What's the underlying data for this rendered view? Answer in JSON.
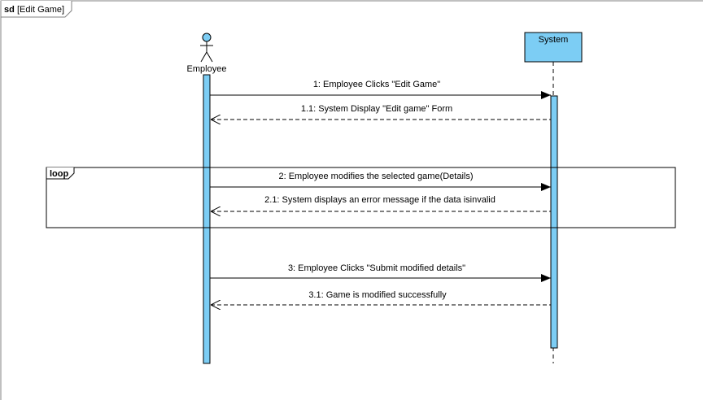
{
  "frame": {
    "keyword": "sd",
    "title": "[Edit Game]"
  },
  "lifelines": {
    "employee": {
      "label": "Employee",
      "kind": "actor"
    },
    "system": {
      "label": "System",
      "kind": "object"
    }
  },
  "fragment": {
    "operator": "loop"
  },
  "messages": [
    {
      "id": "m1",
      "text": "1: Employee Clicks \"Edit Game\"",
      "type": "sync"
    },
    {
      "id": "m11",
      "text": "1.1: System Display \"Edit game\" Form",
      "type": "return"
    },
    {
      "id": "m2",
      "text": "2: Employee modifies the selected game(Details)",
      "type": "sync"
    },
    {
      "id": "m21",
      "text": "2.1: System displays an error message if the data isinvalid",
      "type": "return"
    },
    {
      "id": "m3",
      "text": "3: Employee Clicks \"Submit modified details\"",
      "type": "sync"
    },
    {
      "id": "m31",
      "text": "3.1: Game is modified successfully",
      "type": "return"
    }
  ],
  "colors": {
    "activation_fill": "#7ccdf4",
    "system_box_fill": "#7ccdf4",
    "actor_head_fill": "#7ccdf4",
    "line": "#000000",
    "frame_line": "#808080"
  }
}
